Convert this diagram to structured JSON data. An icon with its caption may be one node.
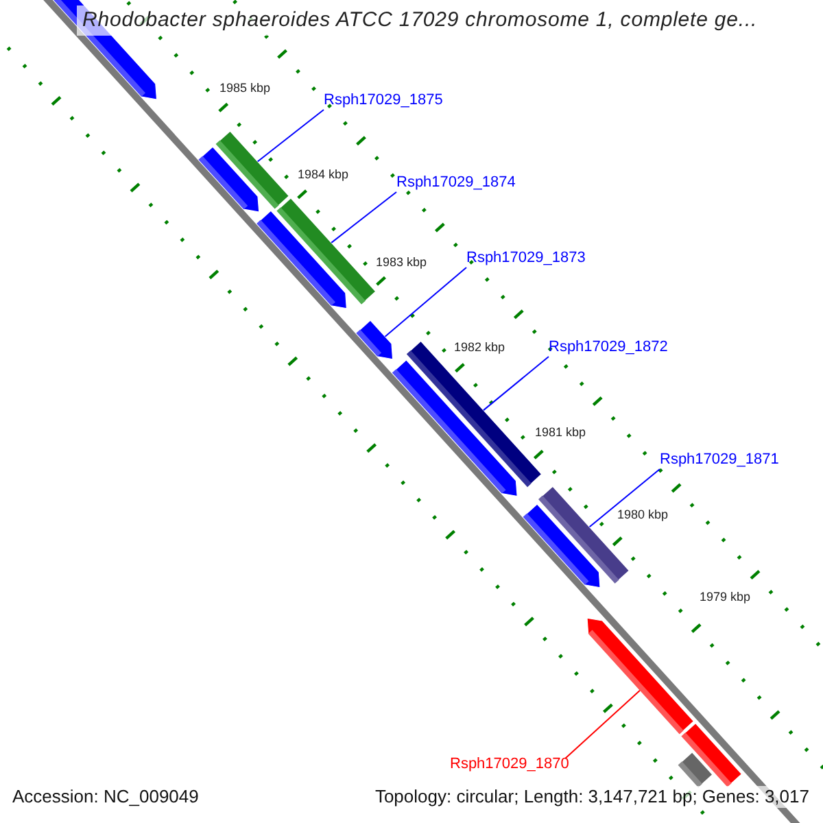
{
  "diagram": {
    "title": "Rhodobacter sphaeroides ATCC 17029 chromosome 1, complete ge...",
    "nodes": [
      {
        "text": [
          "Rsph17029_1875"
        ]
      },
      {
        "text": [
          "Rsph17029_1874"
        ]
      },
      {
        "text": [
          "Rsph17029_1873"
        ]
      },
      {
        "text": [
          "Rsph17029_1872"
        ]
      },
      {
        "text": [
          "Rsph17029_1871"
        ]
      },
      {
        "text": [
          "Rsph17029_1870"
        ]
      },
      {
        "text": [],
        "shape": "bar"
      },
      {
        "text": [],
        "shape": "bar"
      },
      {
        "text": [],
        "shape": "bar"
      },
      {
        "text": [],
        "shape": "bar"
      },
      {
        "text": [],
        "shape": "bar"
      },
      {
        "text": [],
        "shape": "bar"
      },
      {
        "text": [],
        "shape": "bar"
      },
      {
        "text": [],
        "shape": "bar"
      },
      {
        "text": [],
        "shape": "bar"
      },
      {
        "text": [],
        "shape": "bar"
      },
      {
        "text": [],
        "shape": "bar"
      },
      {
        "text": [],
        "shape": "bar"
      },
      {
        "text": [],
        "shape": "bar"
      }
    ],
    "edges": [
      {
        "from": 0,
        "to": 8,
        "arrow": "none"
      },
      {
        "from": 1,
        "to": 10,
        "arrow": "none"
      },
      {
        "from": 2,
        "to": 11,
        "arrow": "none"
      },
      {
        "from": 3,
        "to": 12,
        "arrow": "none"
      },
      {
        "from": 4,
        "to": 15,
        "arrow": "none"
      },
      {
        "from": 5,
        "to": 16,
        "arrow": "none",
        "color": "#ff0000"
      }
    ],
    "labels": [
      "1985 kbp",
      "1984 kbp",
      "1983 kbp",
      "1982 kbp",
      "1981 kbp",
      "1980 kbp",
      "1979 kbp",
      "Accession: NC_009049",
      "Topology: circular; Length: 3,147,721 bp; Genes: 3,017"
    ]
  }
}
